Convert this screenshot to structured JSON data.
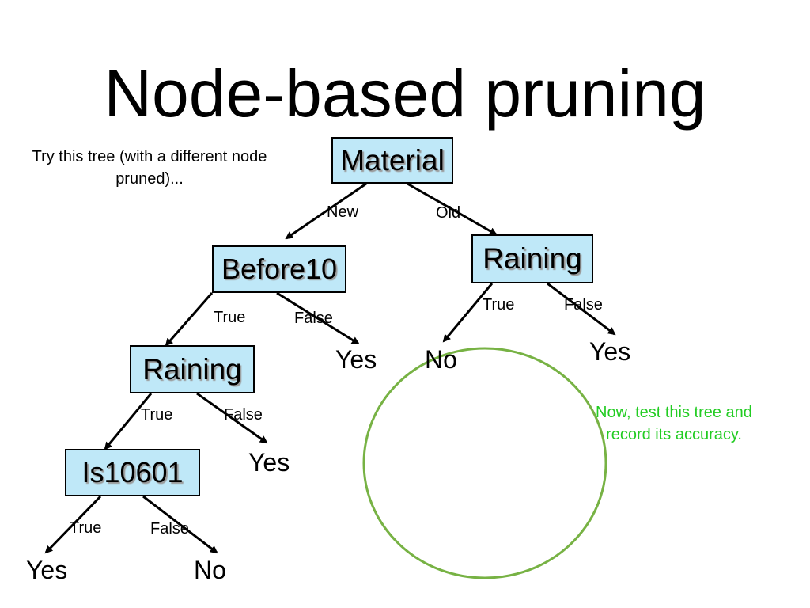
{
  "slide": {
    "title": "Node-based pruning",
    "note_left": "Try this tree (with a different node pruned)...",
    "note_right": "Now, test this tree and record its accuracy.",
    "note_right_color": "#22cc22",
    "circle_color": "#77b244",
    "node_fill": "#bfe8f8"
  },
  "nodes": {
    "material": "Material",
    "before10": "Before10",
    "raining_right": "Raining",
    "raining_left": "Raining",
    "is10601": "Is10601"
  },
  "edges": {
    "new": "New",
    "old": "Old",
    "before10_true": "True",
    "before10_false": "False",
    "raining_right_true": "True",
    "raining_right_false": "False",
    "raining_left_true": "True",
    "raining_left_false": "False",
    "is10601_true": "True",
    "is10601_false": "False"
  },
  "leaves": {
    "before10_false": "Yes",
    "raining_right_true": "No",
    "raining_right_false": "Yes",
    "raining_left_false": "Yes",
    "is10601_true": "Yes",
    "is10601_false": "No"
  }
}
